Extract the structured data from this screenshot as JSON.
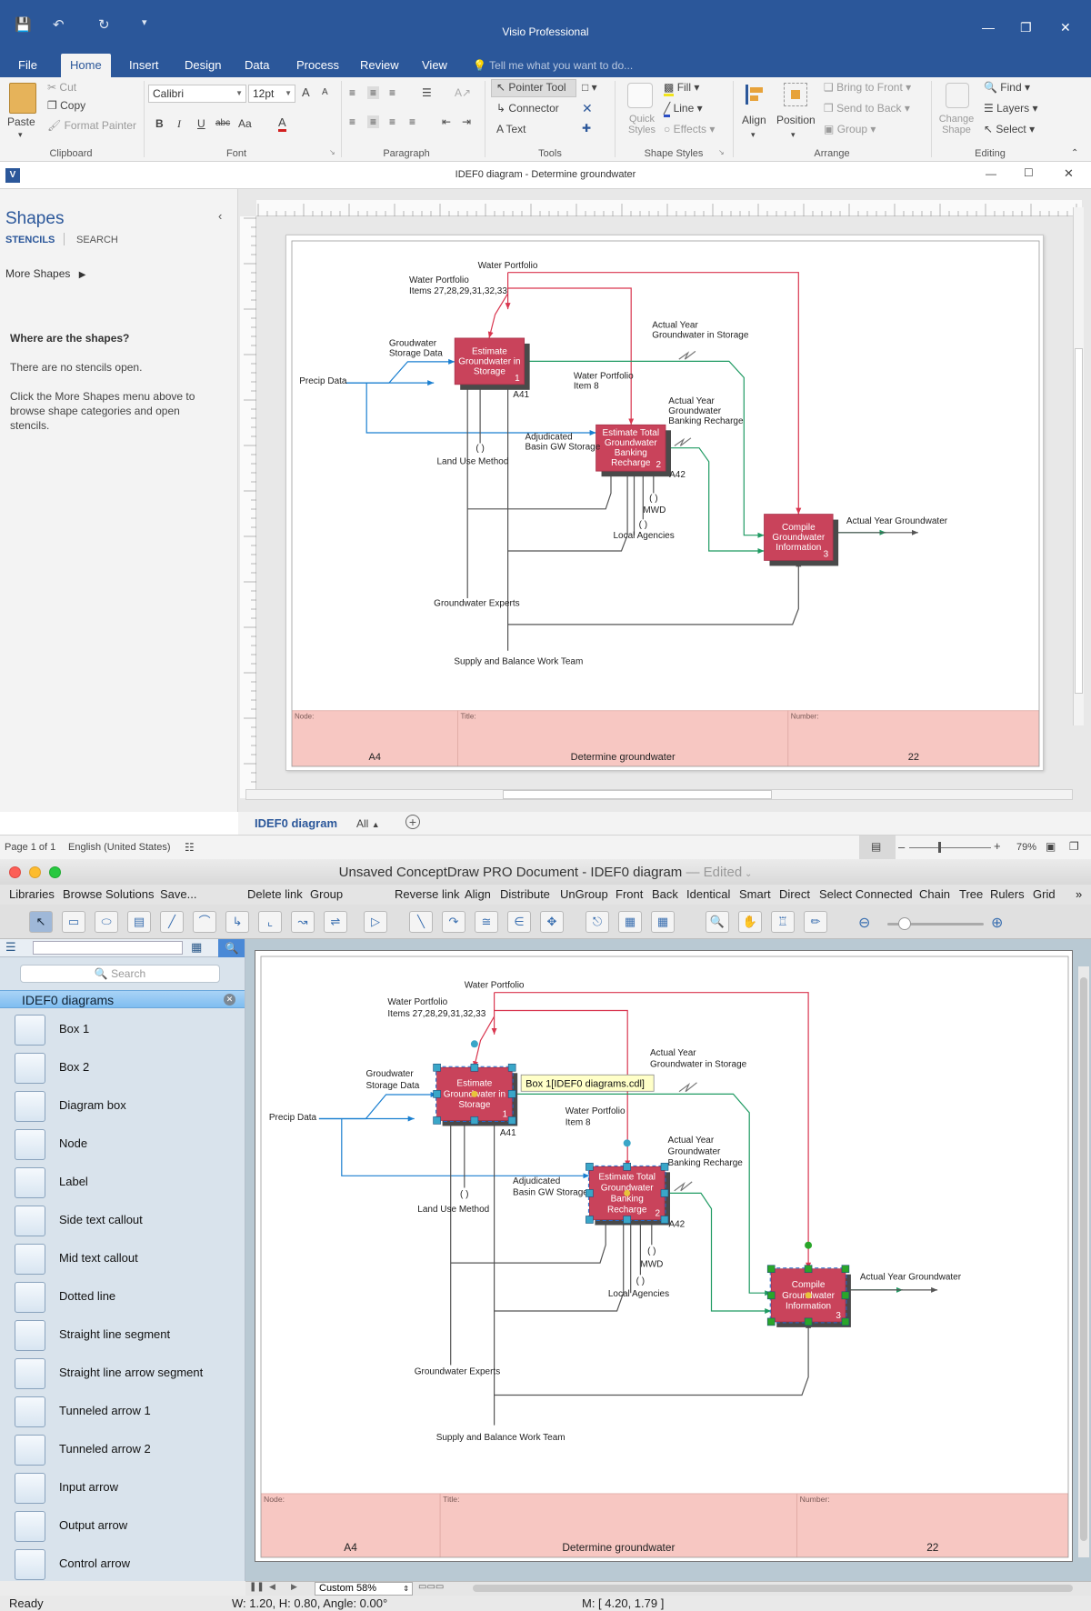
{
  "visio": {
    "app_title": "Visio Professional",
    "tabs": [
      "File",
      "Home",
      "Insert",
      "Design",
      "Data",
      "Process",
      "Review",
      "View"
    ],
    "tell_me": "Tell me what you want to do...",
    "clipboard": {
      "paste": "Paste",
      "cut": "Cut",
      "copy": "Copy",
      "format_painter": "Format Painter",
      "label": "Clipboard"
    },
    "font": {
      "name": "Calibri",
      "size": "12pt",
      "label": "Font",
      "grow": "A",
      "shrink": "A",
      "bold": "B",
      "italic": "I",
      "underline": "U",
      "strike": "abc",
      "case": "Aa",
      "color": "A"
    },
    "paragraph": {
      "label": "Paragraph"
    },
    "tools": {
      "pointer": "Pointer Tool",
      "connector": "Connector",
      "text": "Text",
      "label": "Tools"
    },
    "shape_styles": {
      "quick_styles": "Quick Styles",
      "fill": "Fill",
      "line": "Line",
      "effects": "Effects",
      "label": "Shape Styles"
    },
    "arrange": {
      "align": "Align",
      "position": "Position",
      "bring_to_front": "Bring to Front",
      "send_to_back": "Send to Back",
      "group": "Group",
      "label": "Arrange"
    },
    "editing": {
      "change_shape": "Change Shape",
      "find": "Find",
      "layers": "Layers",
      "select": "Select",
      "label": "Editing"
    },
    "doc_title": "IDEF0 diagram - Determine groundwater",
    "shapes_pane": {
      "title": "Shapes",
      "tab_stencils": "STENCILS",
      "tab_search": "SEARCH",
      "more_shapes": "More Shapes",
      "heading": "Where are the shapes?",
      "line1": "There are no stencils open.",
      "line2": "Click the More Shapes menu above to browse shape categories and open stencils."
    },
    "page_tab": "IDEF0 diagram",
    "all_tab": "All",
    "status": {
      "page": "Page 1 of 1",
      "language": "English (United States)",
      "zoom": "79%"
    }
  },
  "diagram": {
    "boxes": [
      {
        "text": [
          "Estimate",
          "Groundwater in",
          "Storage"
        ],
        "num": "1"
      },
      {
        "text": [
          "Estimate Total",
          "Groundwater",
          "Banking",
          "Recharge"
        ],
        "num": "2"
      },
      {
        "text": [
          "Compile",
          "Groundwater",
          "Information"
        ],
        "num": "3"
      }
    ],
    "labels": {
      "water_portfolio": "Water Portfolio",
      "water_portfolio_items_1": "Water Portfolio",
      "water_portfolio_items_2": "Items 27,28,29,31,32,33",
      "gw_storage_data_1": "Groudwater",
      "gw_storage_data_2": "Storage Data",
      "precip_data": "Precip Data",
      "actual_year_storage_1": "Actual Year",
      "actual_year_storage_2": "Groundwater in Storage",
      "wp_item8_1": "Water Portfolio",
      "wp_item8_2": "Item 8",
      "a41": "A41",
      "a42": "A42",
      "actual_year_banking_1": "Actual Year",
      "actual_year_banking_2": "Groundwater",
      "actual_year_banking_3": "Banking Recharge",
      "adjudicated_1": "Adjudicated",
      "adjudicated_2": "Basin GW Storage",
      "land_use": "Land Use Method",
      "mwd": "MWD",
      "local_agencies": "Local Agencies",
      "actual_year_gw": "Actual Year Groundwater",
      "gw_experts": "Groundwater Experts",
      "supply_team": "Supply and Balance Work Team"
    },
    "footer": {
      "node_caption": "Node:",
      "node": "A4",
      "title_caption": "Title:",
      "title": "Determine groundwater",
      "number_caption": "Number:",
      "number": "22"
    },
    "colors": {
      "box": "#c9435b",
      "control": "#d9364f",
      "input": "#1a7fd0",
      "output": "#1f9a62",
      "mech": "#555555"
    }
  },
  "cdraw": {
    "window_title": "Unsaved ConceptDraw PRO Document - IDEF0 diagram",
    "edited": "— Edited",
    "menu": [
      "Libraries",
      "Browse Solutions",
      "Save...",
      "Delete link",
      "Group",
      "Reverse link",
      "Align",
      "Distribute",
      "UnGroup",
      "Front",
      "Back",
      "Identical",
      "Smart",
      "Direct",
      "Select Connected",
      "Chain",
      "Tree",
      "Rulers",
      "Grid"
    ],
    "search_placeholder": "Search",
    "library_title": "IDEF0 diagrams",
    "library_items": [
      "Box 1",
      "Box 2",
      "Diagram box",
      "Node",
      "Label",
      "Side text callout",
      "Mid text callout",
      "Dotted line",
      "Straight line segment",
      "Straight line arrow segment",
      "Tunneled arrow 1",
      "Tunneled arrow 2",
      "Input arrow",
      "Output arrow",
      "Control arrow"
    ],
    "tooltip": "Box 1[IDEF0 diagrams.cdl]",
    "zoom": "Custom 58%",
    "status": {
      "ready": "Ready",
      "dims": "W: 1.20,  H: 0.80,  Angle: 0.00°",
      "mouse": "M: [ 4.20, 1.79 ]"
    }
  }
}
